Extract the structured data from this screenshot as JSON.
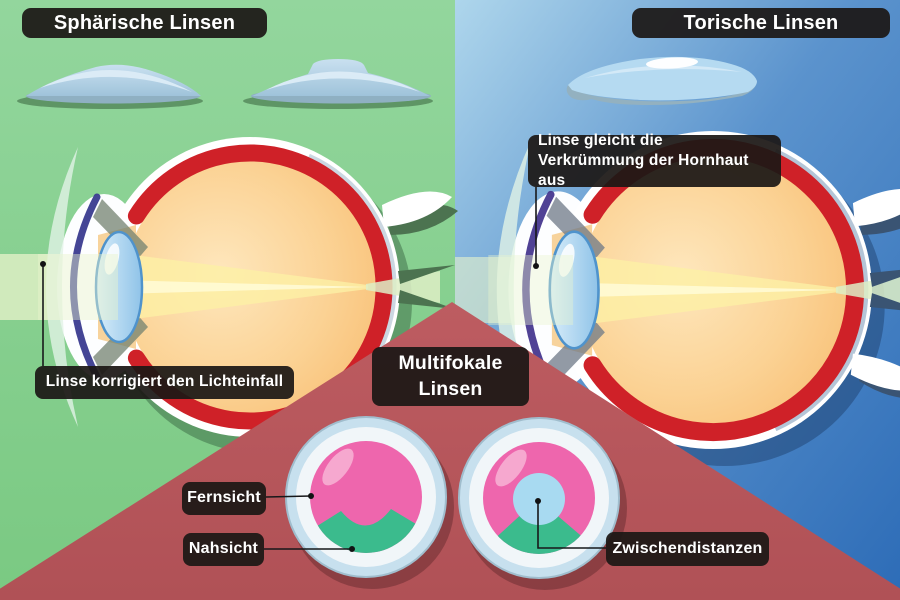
{
  "panels": {
    "spherical": {
      "title": "Sphärische Linsen",
      "annotation": "Linse korrigiert den Lichteinfall",
      "bg_top": "#93d69d",
      "bg_bottom": "#7ac982"
    },
    "toric": {
      "title": "Torische Linsen",
      "annotation": "Linse gleicht die Verkrümmung der Hornhaut aus",
      "bg_light": "#aed6ec",
      "bg_dark": "#2d6cb7"
    },
    "multifocal": {
      "title": "Multifokale Linsen",
      "annotation_far": "Fernsicht",
      "annotation_near": "Nahsicht",
      "annotation_intermediate": "Zwischendistanzen",
      "bg": "#bd5c61"
    }
  },
  "colors": {
    "badge_bg": "#1c1815",
    "badge_text": "#ffffff",
    "eye_sclera": "#ffffff",
    "eye_retina_red": "#cf2128",
    "eye_interior_orange": "#f8c177",
    "eye_lens_blue": "#a9d2ec",
    "cornea_outline_navy": "#3a3b8f",
    "light_beam": "#fbefa5",
    "contact_lens_body": "#b5daf1",
    "multifocal_pink": "#ee66ad",
    "multifocal_green": "#3bbb8d",
    "multifocal_center_blue": "#a8daf1"
  }
}
